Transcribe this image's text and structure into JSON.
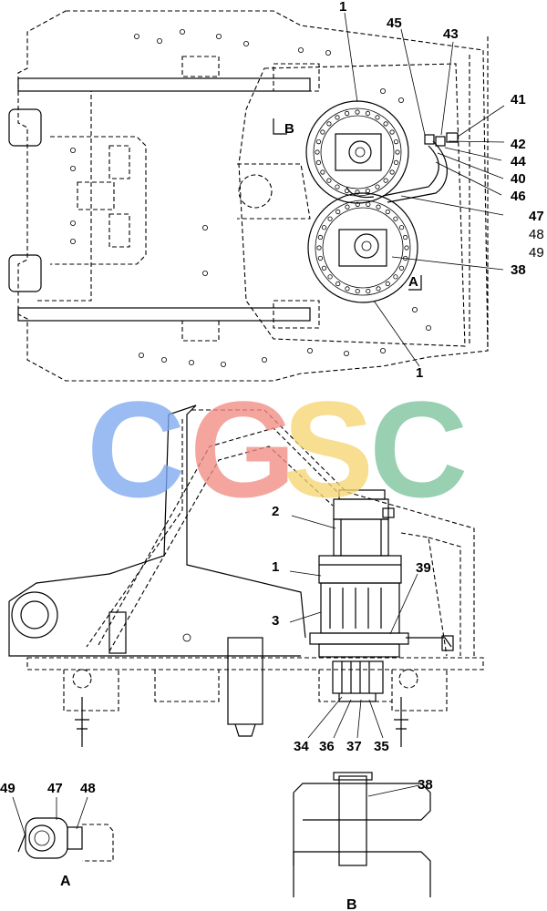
{
  "watermark": {
    "letters": [
      {
        "char": "C",
        "color": "#7FA8F0"
      },
      {
        "char": "G",
        "color": "#F08C84"
      },
      {
        "char": "S",
        "color": "#F5D673"
      },
      {
        "char": "C",
        "color": "#7CC49C"
      }
    ]
  },
  "labels": {
    "top": [
      "1",
      "45",
      "43",
      "41",
      "42",
      "44",
      "40",
      "46",
      "47",
      "48",
      "49",
      "38",
      "1",
      "B",
      "A"
    ],
    "middle": [
      "2",
      "1",
      "39",
      "3",
      "34",
      "36",
      "37",
      "35"
    ],
    "detail_a": [
      "49",
      "47",
      "48"
    ],
    "detail_b": [
      "38"
    ]
  },
  "captions": {
    "detail_a": "A",
    "detail_b": "B"
  }
}
